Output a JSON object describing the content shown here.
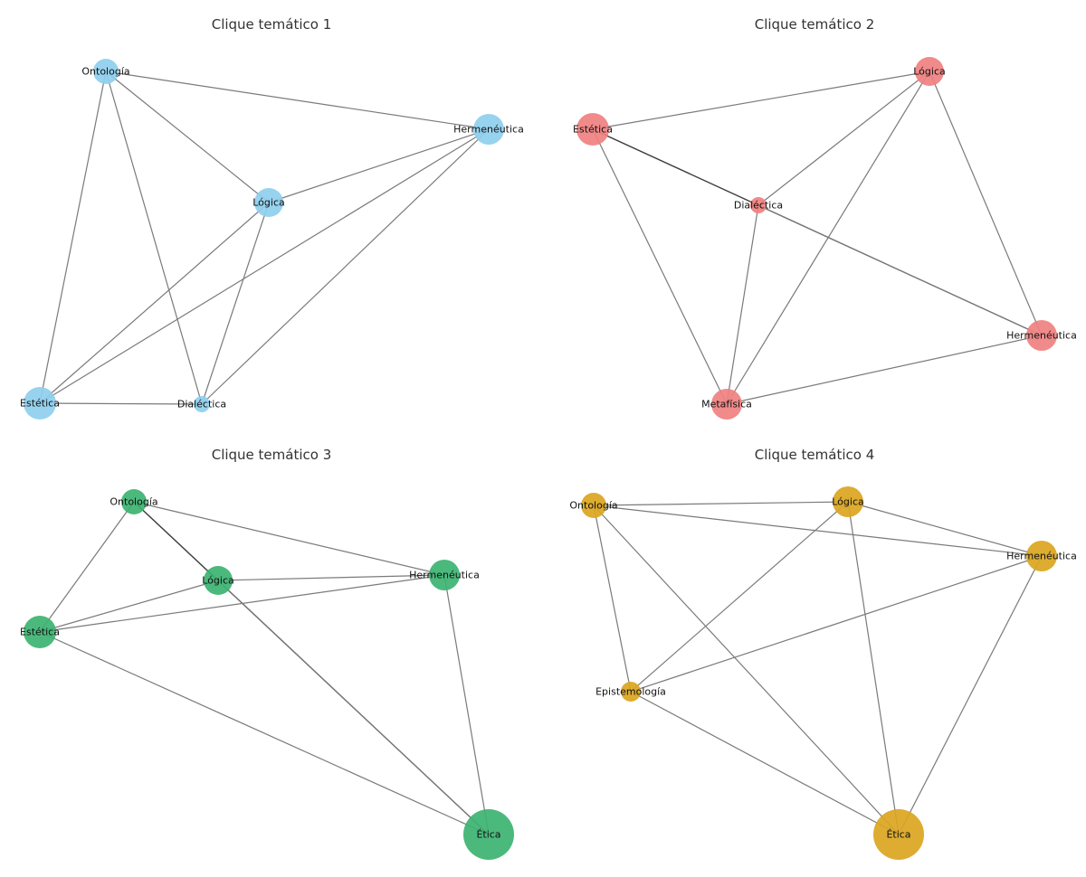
{
  "titles": [
    "Clique temático 1",
    "Clique temático 2",
    "Clique temático 3",
    "Clique temático 4"
  ],
  "colors": [
    "#8ecfee",
    "#f08080",
    "#3cb371",
    "#daa520"
  ],
  "cliques": [
    {
      "nodes": [
        "Ontología",
        "Hermenéutica",
        "Lógica",
        "Estética",
        "Dialéctica"
      ],
      "edges": [
        [
          "Ontología",
          "Hermenéutica"
        ],
        [
          "Ontología",
          "Lógica"
        ],
        [
          "Ontología",
          "Estética"
        ],
        [
          "Ontología",
          "Dialéctica"
        ],
        [
          "Lógica",
          "Hermenéutica"
        ],
        [
          "Lógica",
          "Estética"
        ],
        [
          "Lógica",
          "Dialéctica"
        ],
        [
          "Hermenéutica",
          "Estética"
        ],
        [
          "Hermenéutica",
          "Dialéctica"
        ],
        [
          "Estética",
          "Dialéctica"
        ]
      ],
      "strong_edges": []
    },
    {
      "nodes": [
        "Lógica",
        "Estética",
        "Dialéctica",
        "Hermenéutica",
        "Metafísica"
      ],
      "edges": [
        [
          "Estética",
          "Lógica"
        ],
        [
          "Lógica",
          "Dialéctica"
        ],
        [
          "Lógica",
          "Metafísica"
        ],
        [
          "Lógica",
          "Hermenéutica"
        ],
        [
          "Estética",
          "Dialéctica"
        ],
        [
          "Estética",
          "Hermenéutica"
        ],
        [
          "Estética",
          "Metafísica"
        ],
        [
          "Dialéctica",
          "Metafísica"
        ],
        [
          "Dialéctica",
          "Hermenéutica"
        ],
        [
          "Metafísica",
          "Hermenéutica"
        ]
      ],
      "strong_edges": [
        [
          "Estética",
          "Hermenéutica"
        ]
      ]
    },
    {
      "nodes": [
        "Ontología",
        "Lógica",
        "Hermenéutica",
        "Estética",
        "Ética"
      ],
      "edges": [
        [
          "Ontología",
          "Lógica"
        ],
        [
          "Ontología",
          "Hermenéutica"
        ],
        [
          "Ontología",
          "Estética"
        ],
        [
          "Ontología",
          "Ética"
        ],
        [
          "Lógica",
          "Hermenéutica"
        ],
        [
          "Lógica",
          "Estética"
        ],
        [
          "Lógica",
          "Ética"
        ],
        [
          "Hermenéutica",
          "Estética"
        ],
        [
          "Hermenéutica",
          "Ética"
        ],
        [
          "Estética",
          "Ética"
        ]
      ],
      "strong_edges": [
        [
          "Ontología",
          "Ética"
        ]
      ]
    },
    {
      "nodes": [
        "Ontología",
        "Lógica",
        "Hermenéutica",
        "Epistemología",
        "Ética"
      ],
      "edges": [
        [
          "Ontología",
          "Lógica"
        ],
        [
          "Ontología",
          "Hermenéutica"
        ],
        [
          "Ontología",
          "Epistemología"
        ],
        [
          "Ontología",
          "Ética"
        ],
        [
          "Lógica",
          "Hermenéutica"
        ],
        [
          "Lógica",
          "Epistemología"
        ],
        [
          "Lógica",
          "Ética"
        ],
        [
          "Hermenéutica",
          "Epistemología"
        ],
        [
          "Hermenéutica",
          "Ética"
        ],
        [
          "Epistemología",
          "Ética"
        ]
      ],
      "strong_edges": []
    }
  ]
}
